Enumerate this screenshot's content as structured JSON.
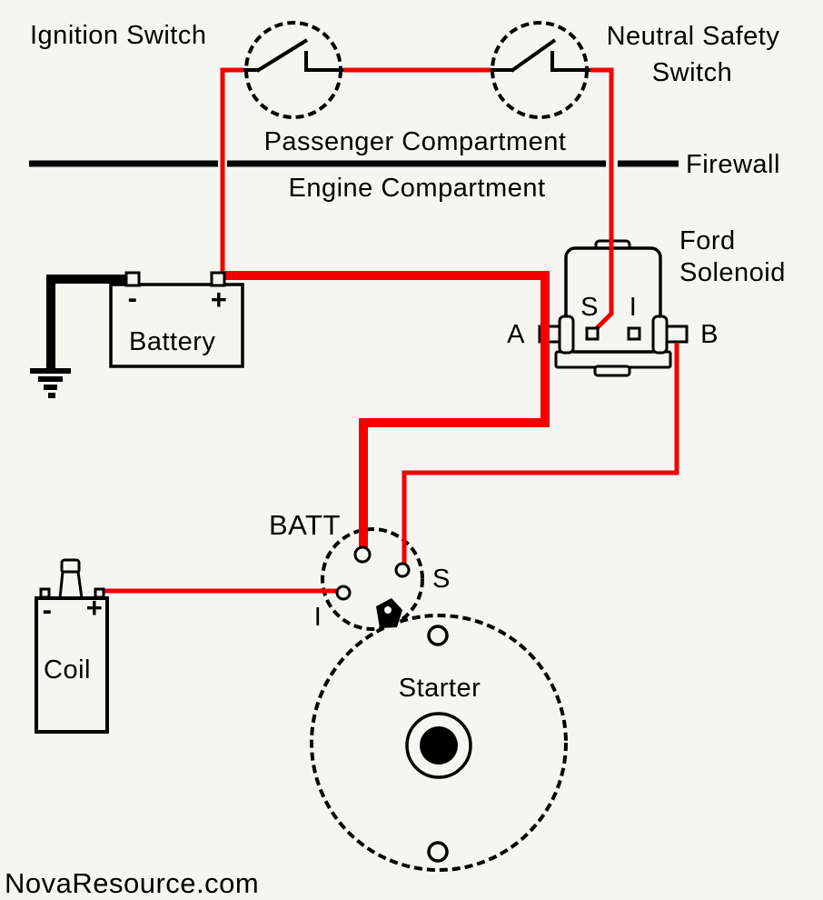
{
  "diagram": {
    "title": "Ford solenoid starter wiring diagram",
    "colors": {
      "hot_wire_red": "#f20000",
      "line_black": "#000000",
      "background": "#f5f5f2"
    },
    "labels": {
      "ignition_switch": "Ignition Switch",
      "neutral_safety_line1": "Neutral Safety",
      "neutral_safety_line2": "Switch",
      "passenger_compartment": "Passenger Compartment",
      "engine_compartment": "Engine Compartment",
      "firewall": "Firewall",
      "battery": "Battery",
      "battery_minus": "-",
      "battery_plus": "+",
      "ford_solenoid_line1": "Ford",
      "ford_solenoid_line2": "Solenoid",
      "solenoid_terminal_a": "A",
      "solenoid_terminal_b": "B",
      "solenoid_terminal_s": "S",
      "solenoid_terminal_i": "I",
      "starter_batt_terminal": "BATT",
      "starter_cap_s": "S",
      "starter_cap_i": "I",
      "coil": "Coil",
      "coil_minus": "-",
      "coil_plus": "+",
      "starter": "Starter",
      "watermark": "NovaResource.com"
    },
    "components": [
      {
        "name": "ignition-switch",
        "symbol": "dashed-circle-switch"
      },
      {
        "name": "neutral-safety-switch",
        "symbol": "dashed-circle-switch"
      },
      {
        "name": "battery",
        "symbol": "box-with-terminals"
      },
      {
        "name": "ground",
        "symbol": "ground-bars"
      },
      {
        "name": "ford-solenoid",
        "symbol": "relay-body"
      },
      {
        "name": "starter-solenoid-cap",
        "symbol": "dashed-circle-terminals"
      },
      {
        "name": "starter",
        "symbol": "dashed-circle-motor"
      },
      {
        "name": "coil",
        "symbol": "box-with-tower"
      }
    ]
  }
}
